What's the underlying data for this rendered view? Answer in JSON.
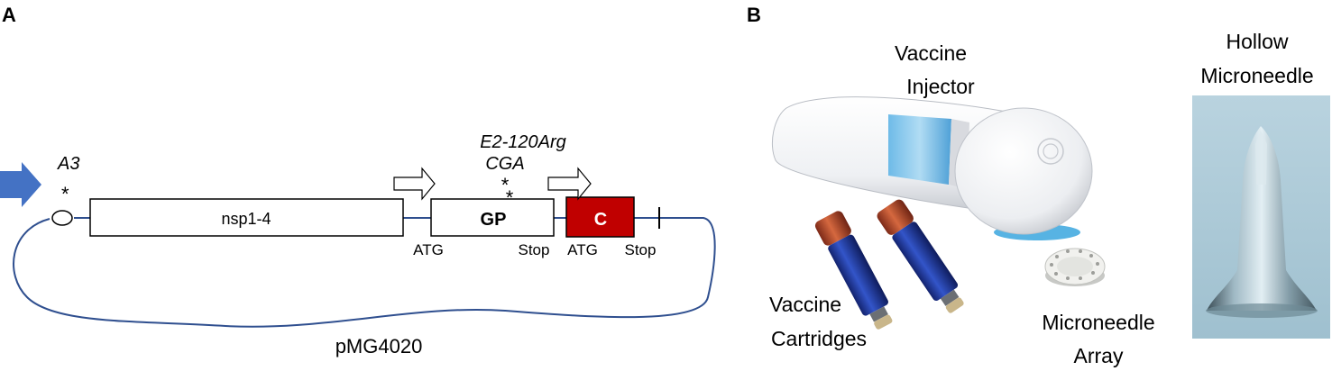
{
  "panels": {
    "a": {
      "letter": "A",
      "promoter_label": "A3",
      "mutation_label_1": "E2-120Arg",
      "mutation_label_2": "CGA",
      "asterisk": "*",
      "genes": [
        {
          "label": "nsp1-4"
        },
        {
          "label": "GP"
        },
        {
          "label": "C"
        }
      ],
      "annotations": [
        "ATG",
        "Stop",
        "ATG",
        "Stop"
      ],
      "plasmid_name": "pMG4020"
    },
    "b": {
      "letter": "B",
      "labels": {
        "injector_1": "Vaccine",
        "injector_2": "Injector",
        "needle_1": "Hollow",
        "needle_2": "Microneedle",
        "cartridges_1": "Vaccine",
        "cartridges_2": "Cartridges",
        "array_1": "Microneedle",
        "array_2": "Array"
      }
    }
  },
  "colors": {
    "promoter_arrow": "#4472c4",
    "gene_c_fill": "#c00000",
    "plasmid_line": "#2f4f8f",
    "cartridge_blue": "#1f3fa8",
    "cartridge_cap": "#b84a2e",
    "injector_accent": "#3aa6de"
  }
}
